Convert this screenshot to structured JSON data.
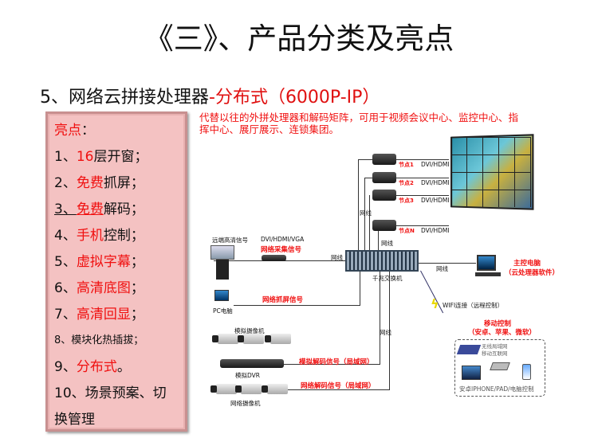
{
  "title": "《三》、产品分类及亮点",
  "subtitle": {
    "prefix": "5、网络云拼接处理器",
    "suffix": "-分布式（6000P-IP）"
  },
  "highlights": {
    "heading": "亮点",
    "colon": "：",
    "items": [
      {
        "n": "1、",
        "red": "16",
        "rest": "层开窗；"
      },
      {
        "n": "2、",
        "red": "免费",
        "rest": "抓屏；"
      },
      {
        "n": "3、",
        "red": "免费",
        "rest": "解码；"
      },
      {
        "n": "4、",
        "red": "手机",
        "rest": "控制；"
      },
      {
        "n": "5、",
        "red": "虚拟字幕",
        "rest": "；"
      },
      {
        "n": "6、",
        "red": "高清底图",
        "rest": "；"
      },
      {
        "n": "7、",
        "red": "高清回显",
        "rest": "；"
      },
      {
        "n": "8、",
        "red": "",
        "rest": "模块化热插拔；"
      },
      {
        "n": "9、",
        "red": "分布式",
        "rest": "。"
      },
      {
        "n": "10、",
        "red": "",
        "rest": "场景预案、切"
      },
      {
        "n": "",
        "red": "",
        "rest": "换管理"
      }
    ]
  },
  "diagram": {
    "description": "代替以往的外拼处理器和解码矩阵，可用于视频会议中心、监控中心、指挥中心、展厅展示、连锁集团。",
    "nodes": [
      "节点1",
      "节点2",
      "节点3",
      "节点N"
    ],
    "dvi": "DVI/HDMI",
    "cable": "网线",
    "remote_signal": "远端高清信号",
    "dvi_vga": "DVI/HDMI/VGA",
    "net_capture": "网络采集信号",
    "switch": "千兆交换机",
    "master_pc": "主控电脑",
    "master_pc_sub": "（云处理器软件）",
    "screen_capture": "网络抓屏信号",
    "pc": "PC电脑",
    "wifi": "WIFI连接（远程控制）",
    "mobile": "移动控制",
    "mobile_sub": "（安卓、苹果、微软）",
    "wlan": "无线局域网",
    "internet": "移动互联网",
    "mobile_devices": "安卓IPHONE/PAD/电脑控制",
    "analog_cam": "模拟摄像机",
    "analog_dvr": "模拟DVR",
    "analog_decode": "模拟解码信号（局域网）",
    "net_decode": "网络解码信号（局域网）",
    "net_cam": "网络摄像机"
  },
  "colors": {
    "accent": "#f01010",
    "panel": "#f4c2c2"
  }
}
